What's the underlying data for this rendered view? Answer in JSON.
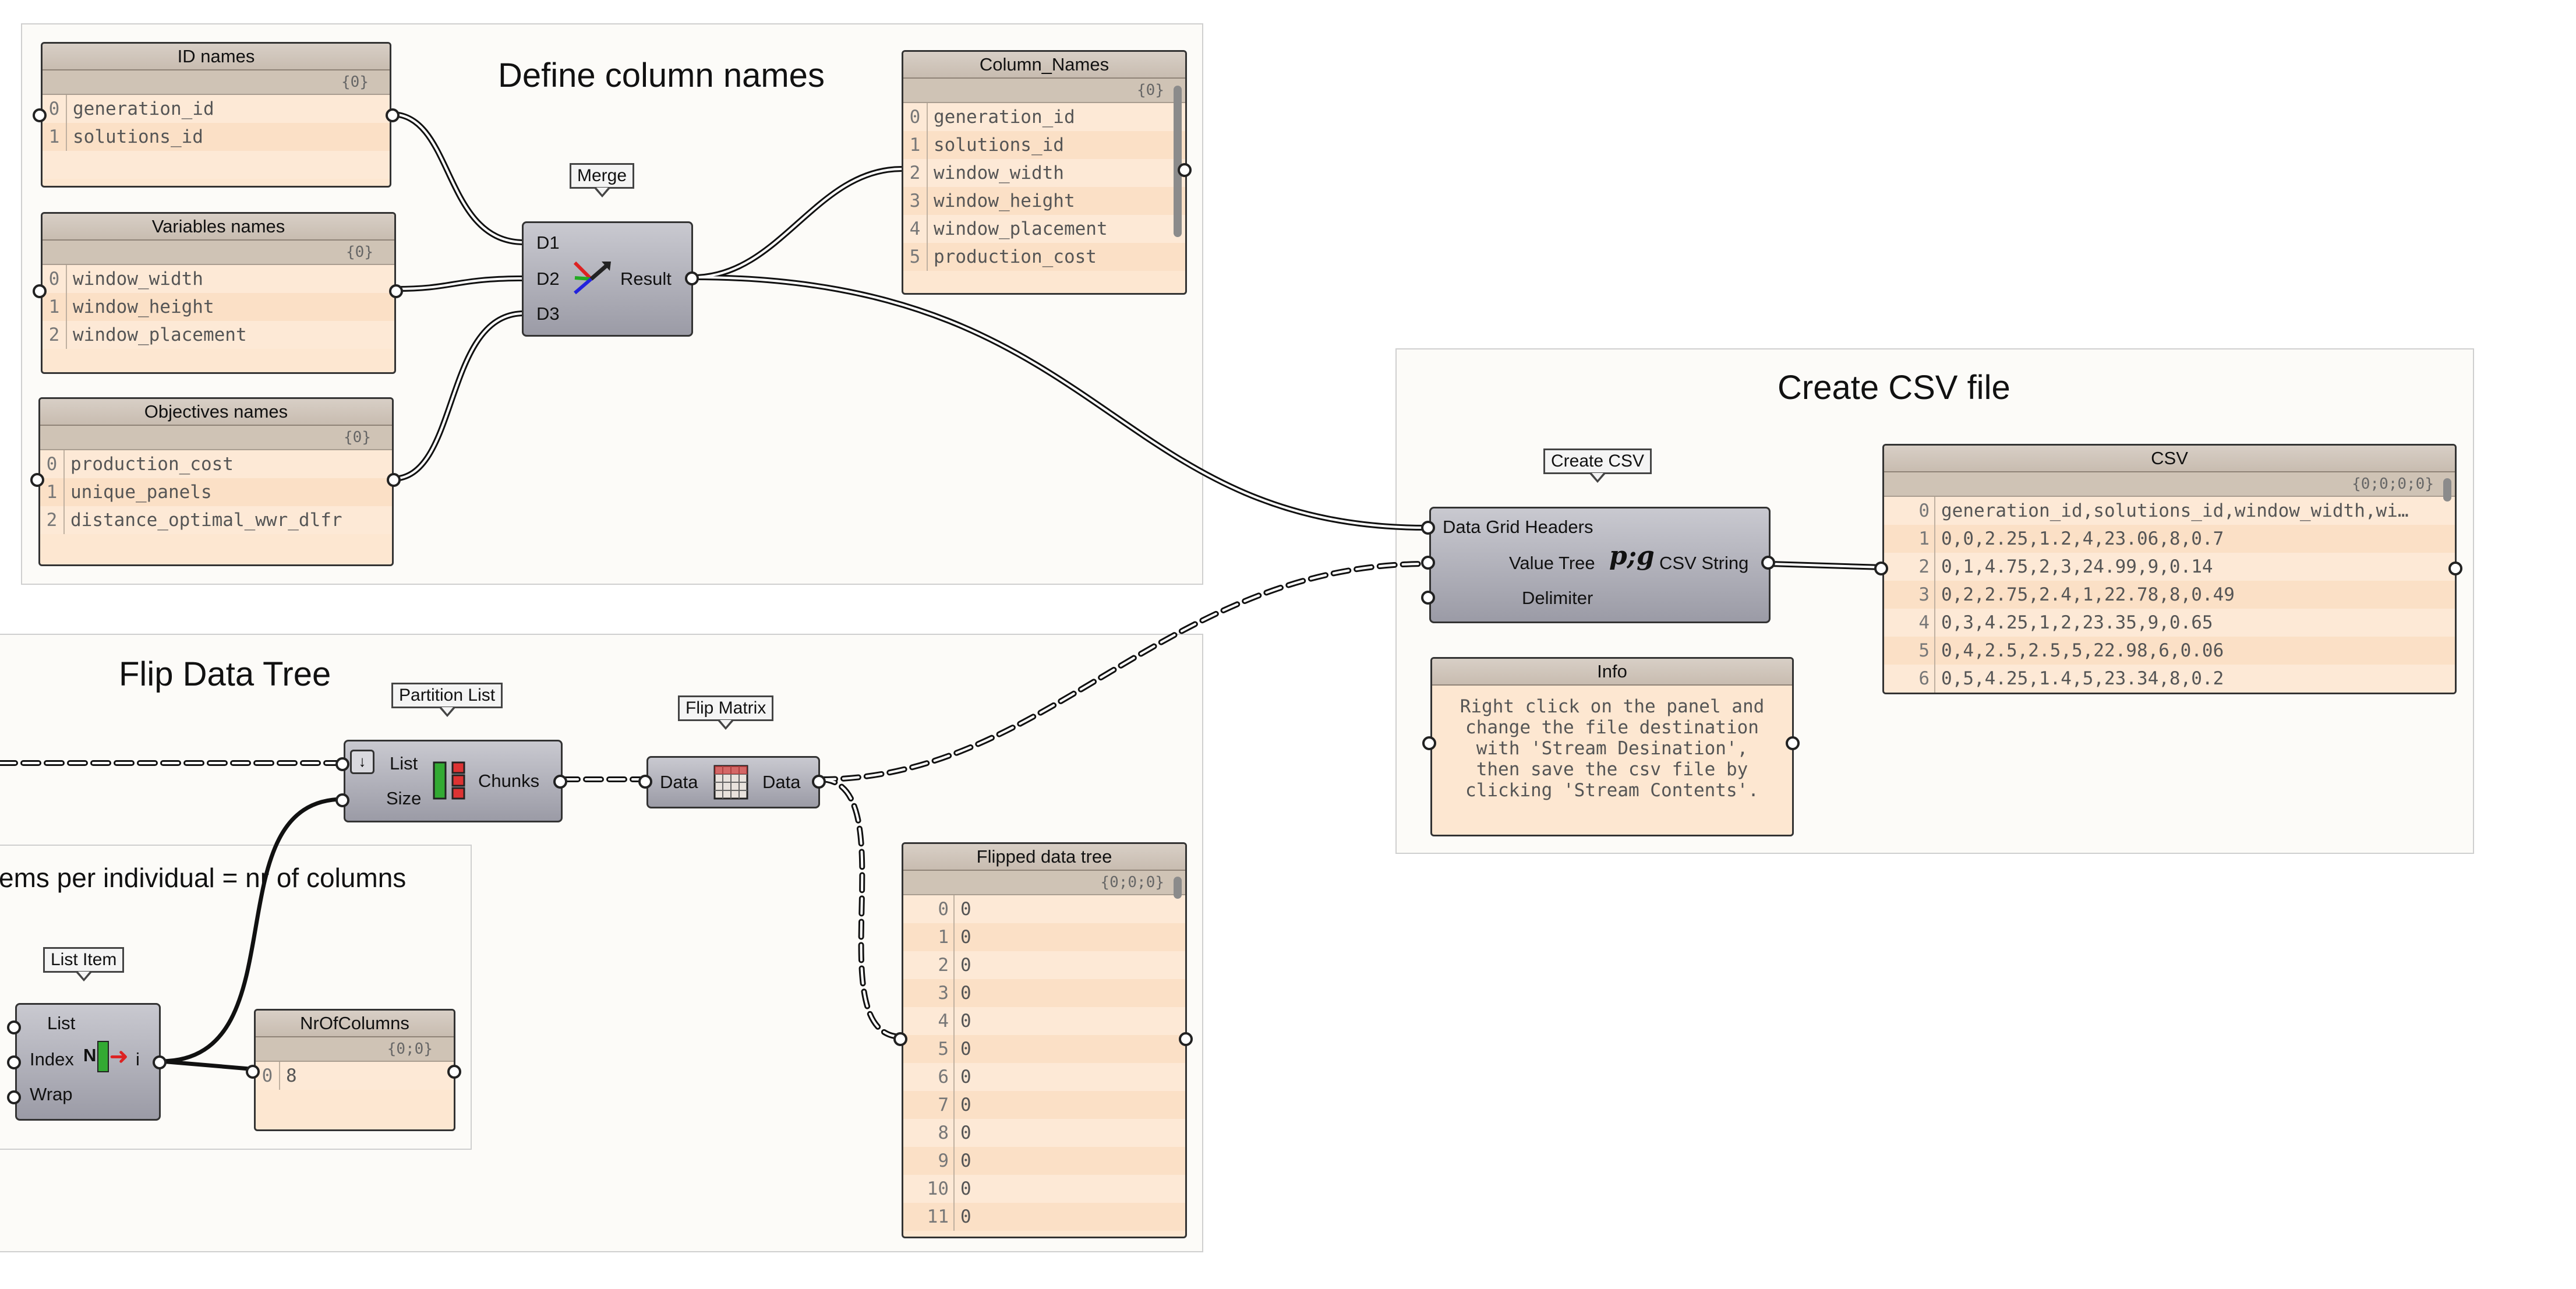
{
  "groups": {
    "define": {
      "title": "Define column names"
    },
    "csv": {
      "title": "Create CSV file"
    },
    "flip": {
      "title": "Flip Data Tree"
    },
    "items": {
      "title": "ems per individual = nr of columns"
    }
  },
  "panels": {
    "id_names": {
      "title": "ID names",
      "path": "{0}",
      "rows": [
        "generation_id",
        "solutions_id",
        ""
      ]
    },
    "variables_names": {
      "title": "Variables names",
      "path": "{0}",
      "rows": [
        "window_width",
        "window_height",
        "window_placement"
      ]
    },
    "objectives_names": {
      "title": "Objectives names",
      "path": "{0}",
      "rows": [
        "production_cost",
        "unique_panels",
        "distance_optimal_wwr_dlfr"
      ]
    },
    "column_names": {
      "title": "Column_Names",
      "path": "{0}",
      "rows": [
        "generation_id",
        "solutions_id",
        "window_width",
        "window_height",
        "window_placement",
        "production_cost"
      ]
    },
    "csv": {
      "title": "CSV",
      "path": "{0;0;0;0}",
      "rows": [
        "generation_id,solutions_id,window_width,wi…",
        "0,0,2.25,1.2,4,23.06,8,0.7",
        "0,1,4.75,2,3,24.99,9,0.14",
        "0,2,2.75,2.4,1,22.78,8,0.49",
        "0,3,4.25,1,2,23.35,9,0.65",
        "0,4,2.5,2.5,5,22.98,6,0.06",
        "0,5,4.25,1.4,5,23.34,8,0.2"
      ]
    },
    "info": {
      "title": "Info",
      "text": "Right click on the panel and\nchange the file destination\nwith 'Stream Desination',\nthen save the csv file by\nclicking 'Stream Contents'."
    },
    "flipped": {
      "title": "Flipped data tree",
      "path": "{0;0;0}",
      "rows": [
        "0",
        "0",
        "0",
        "0",
        "0",
        "0",
        "0",
        "0",
        "0",
        "0",
        "0",
        "0"
      ]
    },
    "nrofcolumns": {
      "title": "NrOfColumns",
      "path": "{0;0}",
      "rows": [
        "8"
      ]
    }
  },
  "components": {
    "merge": {
      "tag": "Merge",
      "inputs": [
        "D1",
        "D2",
        "D3"
      ],
      "output": "Result",
      "icon": "merge-icon"
    },
    "create_csv": {
      "tag": "Create CSV",
      "inputs": [
        "Data Grid Headers",
        "Value Tree",
        "Delimiter"
      ],
      "output": "CSV String",
      "icon": "pg-icon",
      "icon_text": "p;g"
    },
    "partition": {
      "tag": "Partition List",
      "inputs": [
        "List",
        "Size"
      ],
      "output": "Chunks",
      "icon": "partition-icon"
    },
    "flip": {
      "tag": "Flip Matrix",
      "input": "Data",
      "output": "Data",
      "icon": "flip-matrix-icon"
    },
    "list_item": {
      "tag": "List Item",
      "inputs": [
        "List",
        "Index",
        "Wrap"
      ],
      "output": "i",
      "icon": "list-item-icon",
      "icon_text": "N"
    }
  },
  "colors": {
    "canvas": "#ffffff",
    "group": "#fcfbf8",
    "panel": "#fde7d1",
    "wire": "#111111"
  }
}
